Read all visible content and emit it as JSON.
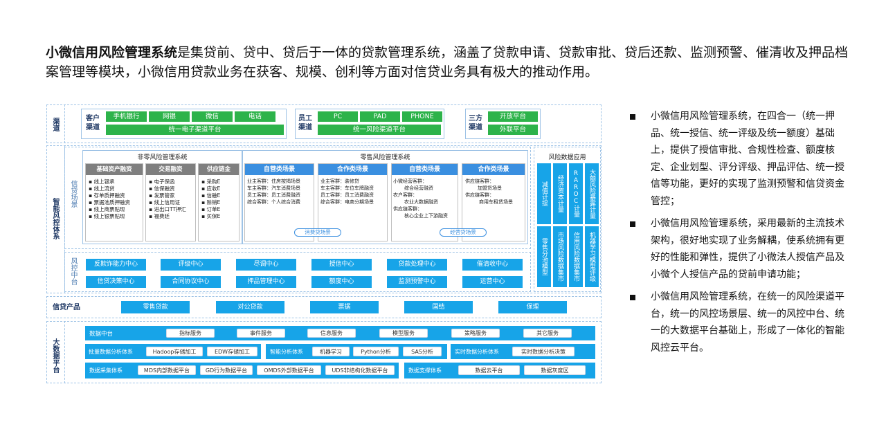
{
  "headline": {
    "bold": "小微信用风险管理系统",
    "rest": "是集贷前、贷中、贷后于一体的贷款管理系统，涵盖了贷款申请、贷款审批、贷后还款、监测预警、催清收及押品档案管理等模块，小微信用贷款业务在获客、规模、创利等方面对信贷业务具有极大的推动作用。"
  },
  "channels": {
    "label": "渠道",
    "customer": {
      "label": "客户渠道",
      "items": [
        "手机银行",
        "网银",
        "微信",
        "电话"
      ],
      "bar": "统一电子渠道平台"
    },
    "staff": {
      "label": "员工渠道",
      "items": [
        "PC",
        "PAD",
        "PHONE"
      ],
      "bar": "统一风险渠道平台"
    },
    "third": {
      "label": "三方渠道",
      "items": [
        "开放平台",
        "外联平台"
      ]
    }
  },
  "risk_system": {
    "label": "智能风控体系",
    "scenarios_label": "信贷场景",
    "nonretail": {
      "title": "非零风险管理系统",
      "cols": [
        {
          "title": "基础资产融资",
          "items": [
            "线上银承",
            "线上流贷",
            "存单质押融资",
            "票据池质押融资",
            "线上商票贴现",
            "线上银票贴现"
          ]
        },
        {
          "title": "交易融资",
          "items": [
            "电子保函",
            "信保融资",
            "发票管家",
            "线上信用证",
            "进出口TT押汇",
            "福费廷"
          ]
        },
        {
          "title": "供应链金",
          "items": [
            "采购E",
            "应收E",
            "信融E",
            "赊销E",
            "订单E",
            "买保E"
          ]
        }
      ]
    },
    "retail": {
      "title": "零售风险管理系统",
      "cols": [
        {
          "title": "自营类场景",
          "items": [
            "业主客群：住房按揭场景",
            "车主客群：汽车消费场景",
            "员工客群：员工消费融资",
            "综合客群：个人综合消费"
          ]
        },
        {
          "title": "合作类场景",
          "items": [
            "业主客群：装修贷",
            "车主客群：车位车牌融资",
            "员工客群：员工消费融资",
            "综合客群：电商分期场景"
          ]
        },
        {
          "title": "自营类场景",
          "items": [
            "小微经营客群：",
            "综合经营融资",
            "农户客群：",
            "农业大数据融资",
            "供应链客群：",
            "核心企业上下游融资"
          ]
        },
        {
          "title": "合作类场景",
          "items": [
            "供应链客群：",
            "加盟货场景",
            "供应链客群：",
            "商用车租赁场景"
          ]
        }
      ],
      "tags": [
        "消费贷场景",
        "经营贷场景"
      ]
    },
    "data_app": {
      "title": "风险数据应用",
      "cols": [
        "减值计提",
        "经济资本计量",
        "RAROC计量",
        "大额风险暴露计量",
        "零售分池模型",
        "市场风险数据集市",
        "信用风险数据集市",
        "机器学习模型评级"
      ]
    },
    "control": {
      "label": "风控中台",
      "items": [
        "反欺诈能力中心",
        "评级中心",
        "尽调中心",
        "授信中心",
        "贷款处理中心",
        "催清收中心",
        "信贷决策中心",
        "合同协议中心",
        "押品管理中心",
        "额度中心",
        "监测预警中心",
        "运营中心"
      ]
    }
  },
  "products": {
    "label": "信贷产品",
    "items": [
      "零售贷款",
      "对公贷款",
      "票据",
      "国结",
      "保理"
    ]
  },
  "bigdata": {
    "label": "大数据平台",
    "row1": {
      "label": "数据中台",
      "items": [
        "指标服务",
        "事件服务",
        "信息服务",
        "模型服务",
        "策略服务",
        "其它服务"
      ]
    },
    "row2": [
      {
        "label": "批量数据分析体系",
        "items": [
          "Hadoop存储加工",
          "EDW存储加工"
        ]
      },
      {
        "label": "智能分析体系",
        "items": [
          "机器学习",
          "Python分析",
          "SAS分析"
        ]
      },
      {
        "label": "实时数据分析体系",
        "items": [
          "实时数据分析决策"
        ]
      }
    ],
    "row3": [
      {
        "label": "数据采集体系",
        "items": [
          "MDS内部数据平台",
          "GD行为数据平台",
          "OMDS外部数据平台",
          "UDS非结构化数据平台"
        ]
      },
      {
        "label": "数据支撑体系",
        "items": [
          "数据云平台",
          "数据灰度区"
        ]
      }
    ]
  },
  "bullets": [
    "小微信用风险管理系统，在四合一（统一押品、统一授信、统一评级及统一额度）基础上，提供了授信审批、合规性检查、额度核定、企业划型、评分评级、押品评估、统一授信等功能，更好的实现了监测预警和信贷资金管控；",
    "小微信用风险管理系统，采用最新的主流技术架构，很好地实现了业务解耦，使系统拥有更好的性能和弹性，提供了小微法人授信产品及小微个人授信产品的贷前申请功能；",
    "小微信用风险管理系统，在统一的风险渠道平台，统一的风控场景层、统一的风控中台、统一的大数据平台基础上，形成了一体化的智能风控云平台。"
  ]
}
